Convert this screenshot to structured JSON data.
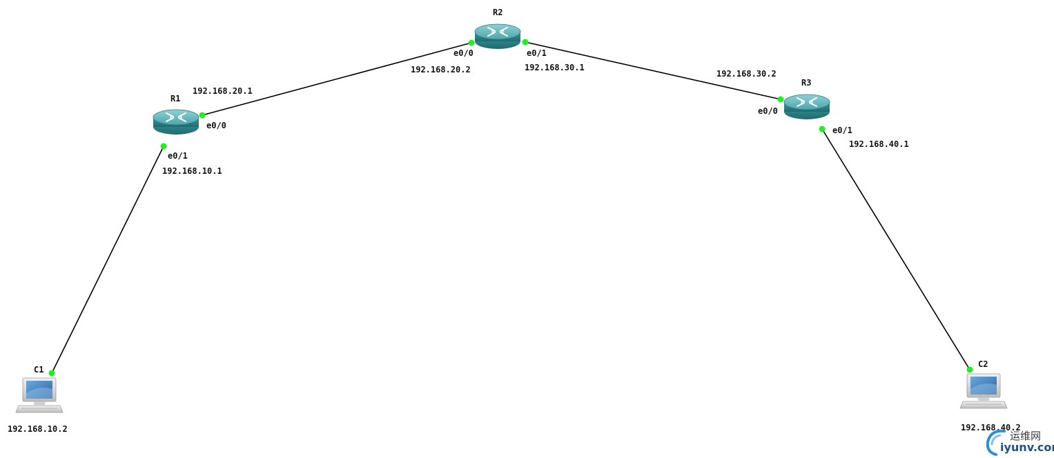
{
  "devices": {
    "r1": {
      "name": "R1",
      "type": "router"
    },
    "r2": {
      "name": "R2",
      "type": "router"
    },
    "r3": {
      "name": "R3",
      "type": "router"
    },
    "c1": {
      "name": "C1",
      "type": "pc"
    },
    "c2": {
      "name": "C2",
      "type": "pc"
    }
  },
  "links": [
    {
      "from": "R1",
      "from_port": "e0/0",
      "from_ip": "192.168.20.1",
      "to": "R2",
      "to_port": "e0/0",
      "to_ip": "192.168.20.2"
    },
    {
      "from": "R2",
      "from_port": "e0/1",
      "from_ip": "192.168.30.1",
      "to": "R3",
      "to_port": "e0/0",
      "to_ip": "192.168.30.2"
    },
    {
      "from": "R1",
      "from_port": "e0/1",
      "from_ip": "192.168.10.1",
      "to": "C1",
      "to_ip": "192.168.10.2"
    },
    {
      "from": "R3",
      "from_port": "e0/1",
      "from_ip": "192.168.40.1",
      "to": "C2",
      "to_ip": "192.168.40.2"
    }
  ],
  "labels": {
    "r1_e00": "e0/0",
    "r1_e01": "e0/1",
    "r2_e00": "e0/0",
    "r2_e01": "e0/1",
    "r3_e00": "e0/0",
    "r3_e01": "e0/1",
    "ip_r1_e00": "192.168.20.1",
    "ip_r2_e00": "192.168.20.2",
    "ip_r2_e01": "192.168.30.1",
    "ip_r3_e00": "192.168.30.2",
    "ip_r3_e01": "192.168.40.1",
    "ip_r1_e01": "192.168.10.1",
    "ip_c1": "192.168.10.2",
    "ip_c2": "192.168.40.2"
  },
  "colors": {
    "link": "#000000",
    "port_up": "#22ee22",
    "router_body": "#2e8a8f",
    "router_top": "#5fb3b8",
    "pc_screen": "#3c78b4"
  },
  "watermark": {
    "cn": "运维网",
    "en": "iyunv.com"
  }
}
